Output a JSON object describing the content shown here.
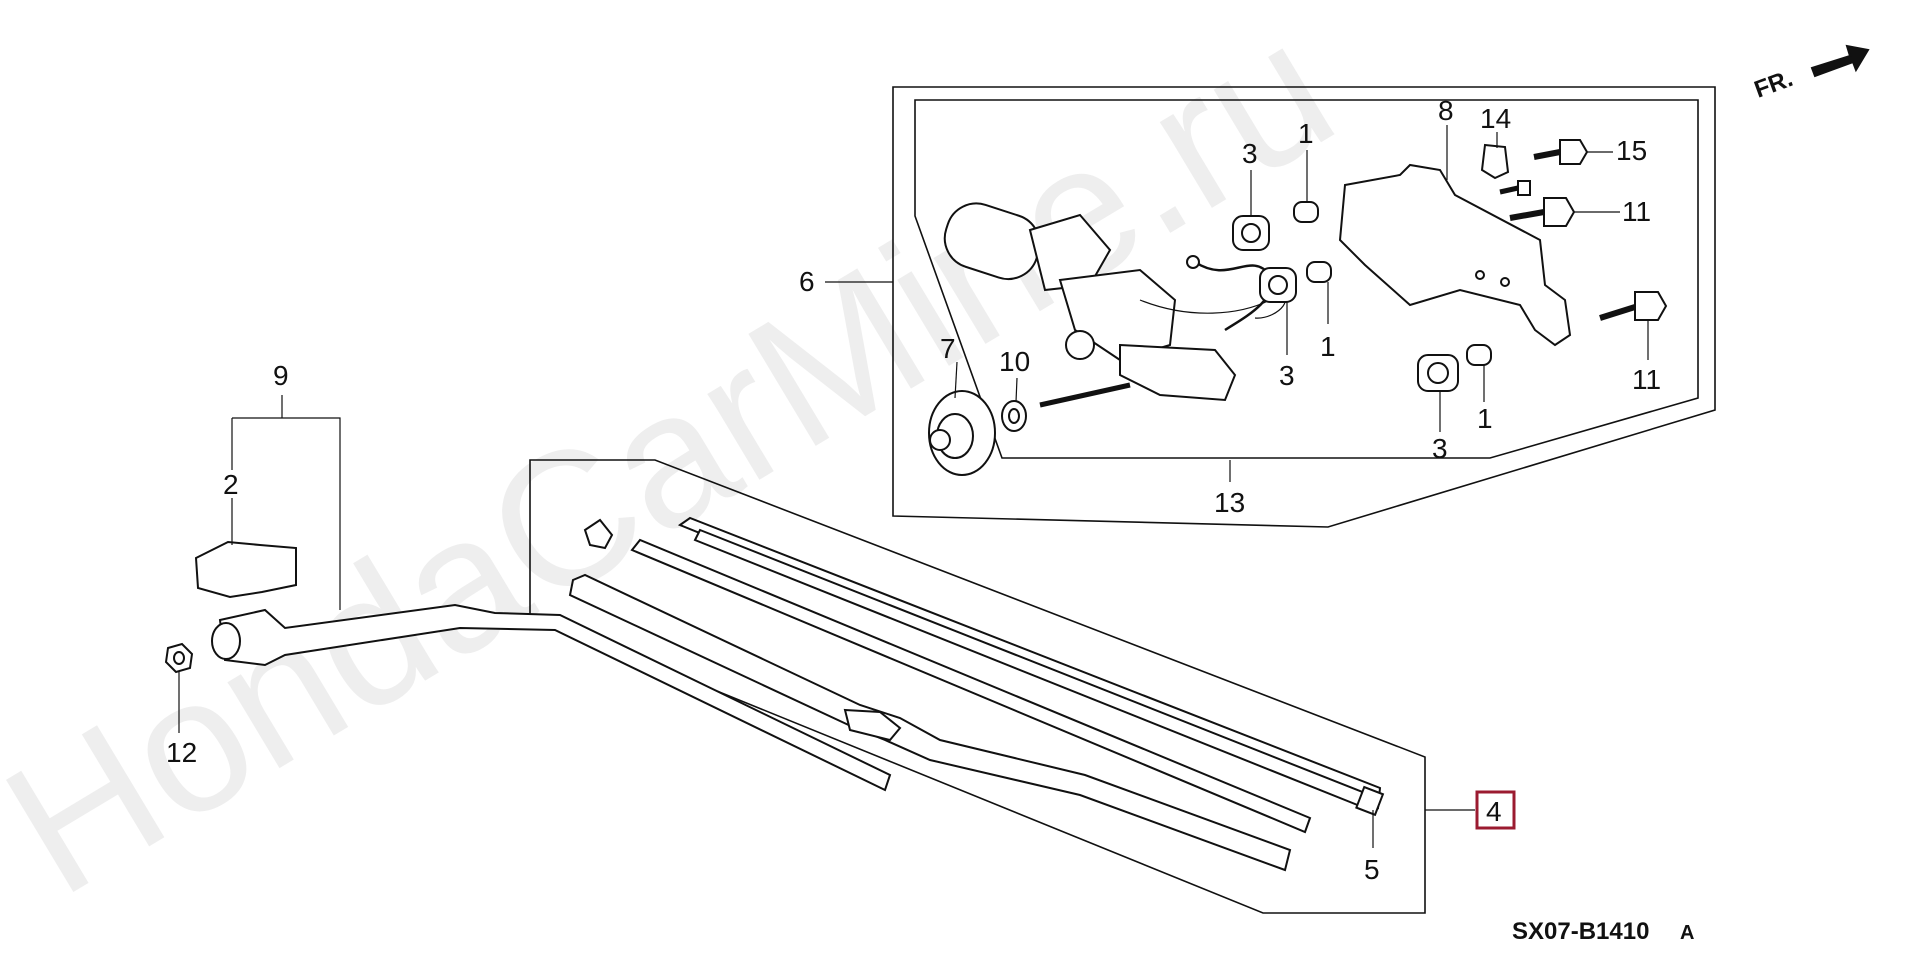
{
  "diagram": {
    "watermark": "HondaCarMine.ru",
    "orientation_label": "FR.",
    "reference_code": "SX07-B1410",
    "reference_suffix": "A",
    "highlight_color": "#9b1b30",
    "part_numbers": {
      "p1a": "1",
      "p1b": "1",
      "p1c": "1",
      "p2": "2",
      "p3a": "3",
      "p3b": "3",
      "p3c": "3",
      "p4": "4",
      "p5": "5",
      "p6": "6",
      "p7": "7",
      "p8": "8",
      "p9": "9",
      "p10": "10",
      "p11a": "11",
      "p11b": "11",
      "p12": "12",
      "p13": "13",
      "p14": "14",
      "p15": "15"
    }
  }
}
